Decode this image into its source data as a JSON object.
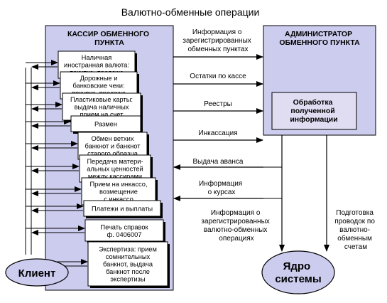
{
  "title": "Валютно-обменные операции",
  "cashier": {
    "label_lines": [
      "КАССИР ОБМЕННОГО",
      "ПУНКТА"
    ],
    "operations": [
      {
        "lines": [
          "Наличная",
          "иностранная валюта:",
          "покупка, продажа"
        ]
      },
      {
        "lines": [
          "Дорожные и",
          "банковские чеки:",
          "покупка, продажа"
        ]
      },
      {
        "lines": [
          "Пластиковые карты:",
          "выдача наличных",
          "прием на счет"
        ]
      },
      {
        "lines": [
          "Размен"
        ]
      },
      {
        "lines": [
          "Обмен ветхих",
          "банкнот и банкнот",
          "старого образца"
        ]
      },
      {
        "lines": [
          "Передача матери-",
          "альных ценностей",
          "между кассирами"
        ]
      },
      {
        "lines": [
          "Прием на инкассо,",
          "возмещение",
          "с инкассо"
        ]
      },
      {
        "lines": [
          "Платежи и выплаты"
        ]
      },
      {
        "lines": [
          "Печать справок",
          "ф. 0406007"
        ]
      },
      {
        "lines": [
          "Экспертиза: прием",
          "сомнительных",
          "банкнот, выдача",
          "банкнот после",
          "экспертизы"
        ]
      }
    ]
  },
  "admin": {
    "label_lines": [
      "АДМИНИСТРАТОР",
      "ОБМЕННОГО ПУНКТА"
    ],
    "processing_lines": [
      "Обработка",
      "полученной",
      "информации"
    ]
  },
  "flows": [
    {
      "direction": "to-admin",
      "lines": [
        "Информация о",
        "зарегистрированных",
        "обменных пунктах"
      ]
    },
    {
      "direction": "to-admin",
      "lines": [
        "Остатки по кассе"
      ]
    },
    {
      "direction": "to-admin",
      "lines": [
        "Реестры"
      ]
    },
    {
      "direction": "to-admin",
      "lines": [
        "Инкассация"
      ]
    },
    {
      "direction": "to-cashier",
      "lines": [
        "Выдача аванса"
      ]
    },
    {
      "direction": "to-cashier",
      "lines": [
        "Информация",
        "о курсах"
      ]
    }
  ],
  "core_flows": [
    {
      "lines": [
        "Информация о",
        "зарегистрированных",
        "валютно-обменных",
        "операциях"
      ]
    },
    {
      "lines": [
        "Подготовка",
        "проводок по",
        "валютно-",
        "обменным",
        "счетам"
      ]
    }
  ],
  "client_label": "Клиент",
  "core_label_lines": [
    "Ядро",
    "системы"
  ],
  "colors": {
    "panel": "#ccccee",
    "processing": "#e0ddf2",
    "card": "#ffffff",
    "ellipse": "#ccccee",
    "line": "#000000"
  }
}
